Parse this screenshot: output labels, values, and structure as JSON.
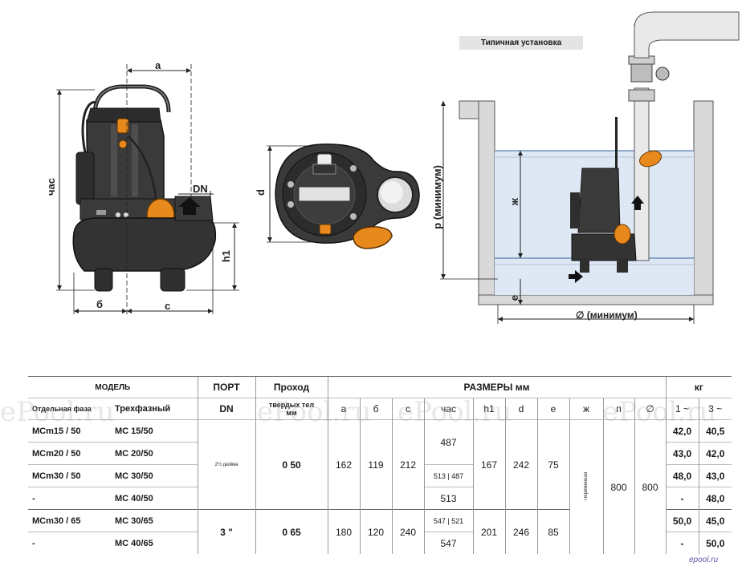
{
  "labels": {
    "a": "a",
    "chas": "час",
    "dn": "DN",
    "h1": "h1",
    "b": "б",
    "c": "c",
    "d": "d",
    "p_min": "p (минимум)",
    "zh": "ж",
    "e": "e",
    "diam_min": "∅ (минимум)"
  },
  "banner": "Типичная установка",
  "table": {
    "headers": {
      "model": "МОДЕЛЬ",
      "port": "ПОРТ",
      "passage": "Проход",
      "sizes": "РАЗМЕРЫ мм",
      "kg": "кг",
      "single_phase": "Отдельная фаза",
      "three_phase": "Трехфазный",
      "dn": "DN",
      "solids": "твердых тел",
      "mm": "мм",
      "a": "а",
      "b": "б",
      "c": "с",
      "chas": "час",
      "h1": "h1",
      "d": "d",
      "e": "е",
      "zh": "ж",
      "p": "п",
      "diam": "∅",
      "kg1": "1 ~",
      "kg3": "3 ~"
    },
    "group1": {
      "port": "2½ дюйма",
      "passage": "0 50",
      "a": "162",
      "b": "119",
      "c": "212",
      "chas_top": "487",
      "chas_mid": "513 | 487",
      "chas_bot": "513",
      "h1": "167",
      "d": "242",
      "e": "75",
      "zh": "Переменная",
      "p": "800",
      "diam": "800",
      "rows": [
        {
          "single": "MCm15 / 50",
          "three": "MC 15/50",
          "kg1": "42,0",
          "kg3": "40,5"
        },
        {
          "single": "MCm20 / 50",
          "three": "MC 20/50",
          "kg1": "43,0",
          "kg3": "42,0"
        },
        {
          "single": "MCm30 / 50",
          "three": "MC 30/50",
          "kg1": "48,0",
          "kg3": "43,0"
        },
        {
          "single": "-",
          "three": "MC 40/50",
          "kg1": "-",
          "kg3": "48,0"
        }
      ]
    },
    "group2": {
      "port": "3 \"",
      "passage": "0 65",
      "a": "180",
      "b": "120",
      "c": "240",
      "chas_top": "547 | 521",
      "chas_bot": "547",
      "h1": "201",
      "d": "246",
      "e": "85",
      "rows": [
        {
          "single": "MCm30 / 65",
          "three": "MC 30/65",
          "kg1": "50,0",
          "kg3": "45,0"
        },
        {
          "single": "-",
          "three": "MC 40/65",
          "kg1": "-",
          "kg3": "50,0"
        }
      ]
    }
  },
  "watermarks": [
    "ePool.ru",
    "ePool.ru",
    "ePool.ru",
    "ePool.ru",
    "ePool.ru"
  ],
  "corner_logo": "epool.ru",
  "colors": {
    "pump_body": "#3a3a3a",
    "float_orange": "#e8891e",
    "water": "#dde8f4",
    "pit_wall": "#d9d9d9"
  }
}
